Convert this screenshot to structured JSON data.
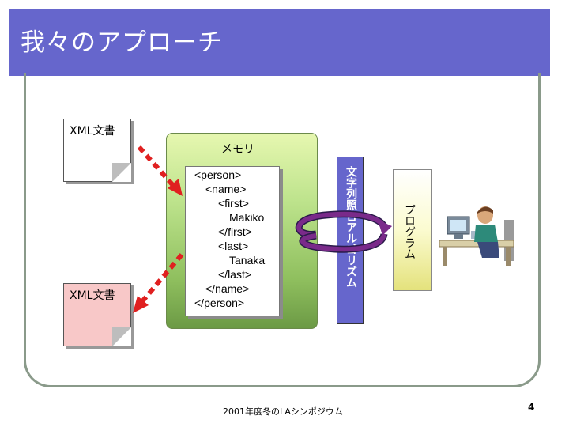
{
  "slide": {
    "title": "我々のアプローチ",
    "footer": "2001年度冬のLAシンポジウム",
    "page_number": "4"
  },
  "documents": [
    {
      "label": "XML文書"
    },
    {
      "label": "XML文書"
    }
  ],
  "memory": {
    "label": "メモリ",
    "xml_lines": [
      "<person>",
      "<name>",
      "<first>",
      "Makiko",
      "</first>",
      "<last>",
      "Tanaka",
      "</last>",
      "</name>",
      "</person>"
    ]
  },
  "algorithm": {
    "label": "文字列照合アルゴリズム"
  },
  "program": {
    "label": "プログラム"
  },
  "colors": {
    "title_bar": "#6666cc",
    "algorithm_bar": "#6666cc",
    "arrows": "#e02020"
  }
}
